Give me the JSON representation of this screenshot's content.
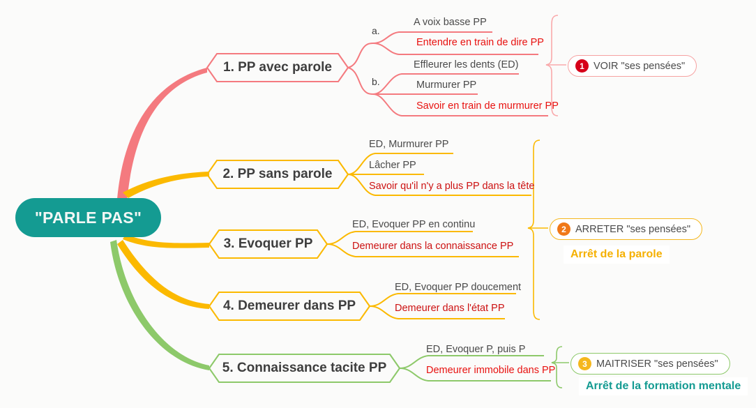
{
  "root": {
    "label": "\"PARLE PAS\""
  },
  "colors": {
    "background": "#fbfbfa",
    "root_fill": "#149b92",
    "branch_red": "#f47a7f",
    "branch_amber": "#fbb900",
    "branch_green": "#8dc96a",
    "text_red": "#e8110f",
    "text_dark": "#4a4a4a",
    "badge_red": "#d60019",
    "badge_orange": "#f07818",
    "badge_amber": "#f5b71d",
    "caption_teal": "#149b92",
    "caption_amber": "#f5b000"
  },
  "branches": [
    {
      "id": "branch-1",
      "label": "1. PP avec parole",
      "color": "#f47a7f",
      "groups": [
        {
          "marker": "a.",
          "leaves": [
            {
              "text": "A voix basse PP",
              "emphasis": "normal"
            },
            {
              "text": "Entendre en train de dire PP",
              "emphasis": "red"
            }
          ]
        },
        {
          "marker": "b.",
          "leaves": [
            {
              "text": "Effleurer les dents (ED)",
              "emphasis": "normal"
            },
            {
              "text": "Murmurer PP",
              "emphasis": "normal"
            },
            {
              "text": "Savoir en train de murmurer PP",
              "emphasis": "red"
            }
          ]
        }
      ]
    },
    {
      "id": "branch-2",
      "label": "2. PP sans parole",
      "color": "#fbb900",
      "groups": [
        {
          "marker": "",
          "leaves": [
            {
              "text": "ED, Murmurer PP",
              "emphasis": "normal"
            },
            {
              "text": "Lâcher PP",
              "emphasis": "normal"
            },
            {
              "text": "Savoir qu'il n'y a plus PP dans la tête",
              "emphasis": "red"
            }
          ]
        }
      ]
    },
    {
      "id": "branch-3",
      "label": "3. Evoquer PP",
      "color": "#fbb900",
      "groups": [
        {
          "marker": "",
          "leaves": [
            {
              "text": "ED, Evoquer PP en continu",
              "emphasis": "normal"
            },
            {
              "text": "Demeurer dans la connaissance PP",
              "emphasis": "red"
            }
          ]
        }
      ]
    },
    {
      "id": "branch-4",
      "label": "4. Demeurer dans PP",
      "color": "#fbb900",
      "groups": [
        {
          "marker": "",
          "leaves": [
            {
              "text": "ED, Evoquer PP doucement",
              "emphasis": "normal"
            },
            {
              "text": "Demeurer dans l'état PP",
              "emphasis": "red"
            }
          ]
        }
      ]
    },
    {
      "id": "branch-5",
      "label": "5. Connaissance tacite PP",
      "color": "#8dc96a",
      "groups": [
        {
          "marker": "",
          "leaves": [
            {
              "text": "ED, Evoquer P, puis P",
              "emphasis": "normal"
            },
            {
              "text": "Demeurer immobile dans PP",
              "emphasis": "red"
            }
          ]
        }
      ]
    }
  ],
  "callouts": [
    {
      "id": "callout-1",
      "number": "1",
      "text": "VOIR \"ses pensées\"",
      "badge_color": "red",
      "border_color": "red",
      "caption": null
    },
    {
      "id": "callout-2",
      "number": "2",
      "text": "ARRETER \"ses pensées\"",
      "badge_color": "orange",
      "border_color": "amber",
      "caption": {
        "text": "Arrêt de la parole",
        "color": "amber"
      }
    },
    {
      "id": "callout-3",
      "number": "3",
      "text": "MAITRISER \"ses pensées\"",
      "badge_color": "amber",
      "border_color": "green",
      "caption": {
        "text": "Arrêt de la formation mentale",
        "color": "teal"
      }
    }
  ]
}
